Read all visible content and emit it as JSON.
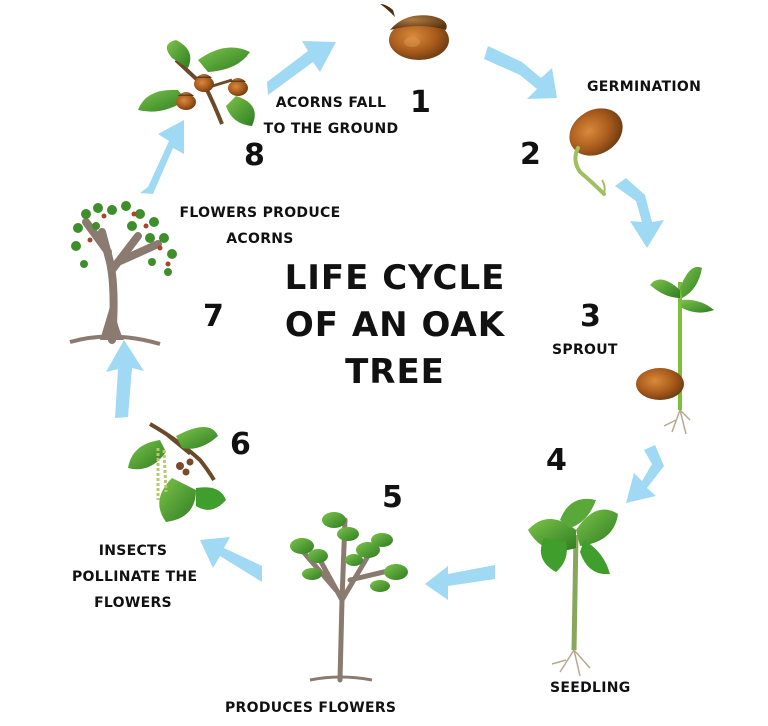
{
  "title": {
    "line1": "LIFE CYCLE",
    "line2": "OF AN OAK",
    "line3": "TREE"
  },
  "stages": [
    {
      "number": "1",
      "label_lines": [],
      "icon": "acorn-icon"
    },
    {
      "number": "2",
      "label_lines": [
        "GERMINATION"
      ],
      "icon": "germinating-acorn-icon"
    },
    {
      "number": "3",
      "label_lines": [
        "SPROUT"
      ],
      "icon": "sprout-icon"
    },
    {
      "number": "4",
      "label_lines": [
        "SEEDLING"
      ],
      "icon": "seedling-icon"
    },
    {
      "number": "5",
      "label_lines": [
        "PRODUCES FLOWERS"
      ],
      "icon": "young-tree-icon"
    },
    {
      "number": "6",
      "label_lines": [
        "INSECTS",
        "POLLINATE THE",
        "FLOWERS"
      ],
      "icon": "flowering-branch-icon"
    },
    {
      "number": "7",
      "label_lines": [
        "FLOWERS PRODUCE",
        "ACORNS"
      ],
      "icon": "mature-oak-tree-icon"
    },
    {
      "number": "8",
      "label_lines": [
        "ACORNS FALL",
        "TO THE GROUND"
      ],
      "icon": "acorn-branch-icon"
    }
  ],
  "colors": {
    "arrow": "#9fd9f3",
    "acorn_dark": "#6b3b12",
    "acorn_light": "#b5651d",
    "leaf": "#3f9e2c",
    "trunk": "#8a7a70"
  }
}
